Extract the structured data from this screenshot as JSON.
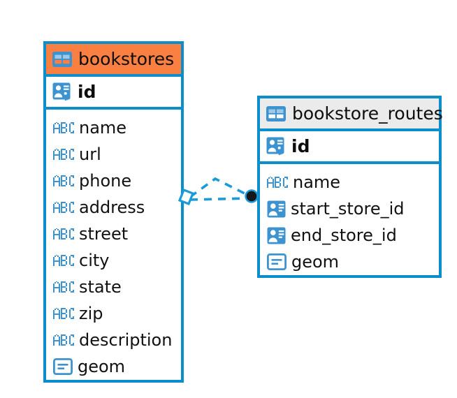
{
  "diagram": {
    "type": "entity-relationship-diagram",
    "background": "#ffffff",
    "colors": {
      "border": "#0b8ecb",
      "header_highlight": "#fa8042",
      "header_default": "#ebebeb",
      "icon_blue": "#3d92d0",
      "text": "#111111",
      "connector_line": "#1a9ad6",
      "connector_endpoint": "#16171a"
    },
    "entities": [
      {
        "id": "bookstores",
        "name": "bookstores",
        "header_style": "highlighted",
        "header_icon": "table-icon",
        "primary_key": {
          "name": "id",
          "icon": "primary-key-icon"
        },
        "fields": [
          {
            "name": "name",
            "icon": "text-field-icon"
          },
          {
            "name": "url",
            "icon": "text-field-icon"
          },
          {
            "name": "phone",
            "icon": "text-field-icon"
          },
          {
            "name": "address",
            "icon": "text-field-icon"
          },
          {
            "name": "street",
            "icon": "text-field-icon"
          },
          {
            "name": "city",
            "icon": "text-field-icon"
          },
          {
            "name": "state",
            "icon": "text-field-icon"
          },
          {
            "name": "zip",
            "icon": "text-field-icon"
          },
          {
            "name": "description",
            "icon": "text-field-icon"
          },
          {
            "name": "geom",
            "icon": "geometry-field-icon"
          }
        ]
      },
      {
        "id": "bookstore_routes",
        "name": "bookstore_routes",
        "header_style": "default",
        "header_icon": "table-icon",
        "primary_key": {
          "name": "id",
          "icon": "primary-key-icon"
        },
        "fields": [
          {
            "name": "name",
            "icon": "text-field-icon"
          },
          {
            "name": "start_store_id",
            "icon": "foreign-key-icon"
          },
          {
            "name": "end_store_id",
            "icon": "foreign-key-icon"
          },
          {
            "name": "geom",
            "icon": "geometry-field-icon"
          }
        ]
      }
    ],
    "relationship": {
      "from": "bookstores",
      "to": "bookstore_routes",
      "line_style": "dashed",
      "source_marker": "diamond-marker",
      "target_marker": "filled-circle-marker",
      "branches": 2
    }
  }
}
